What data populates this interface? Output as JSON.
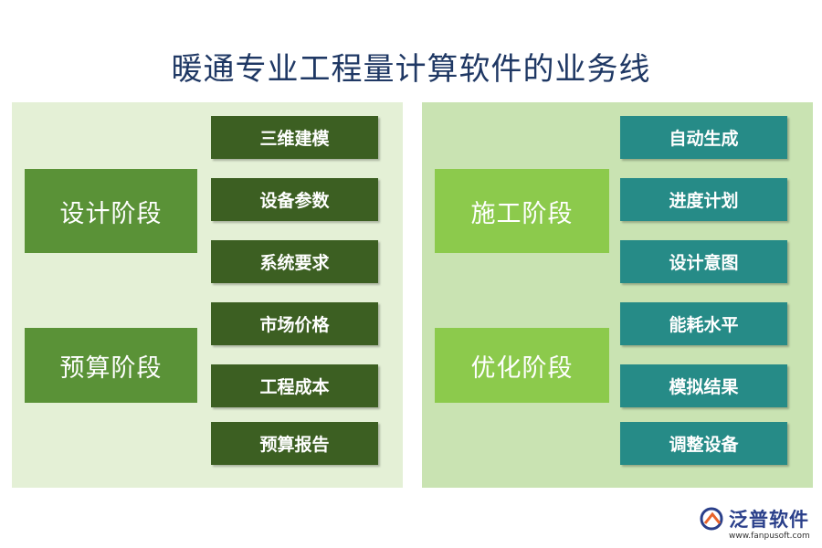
{
  "title": "暖通专业工程量计算软件的业务线",
  "left": {
    "stages": [
      {
        "label": "设计阶段",
        "items": [
          "三维建模",
          "设备参数",
          "系统要求"
        ]
      },
      {
        "label": "预算阶段",
        "items": [
          "市场价格",
          "工程成本",
          "预算报告"
        ]
      }
    ]
  },
  "right": {
    "stages": [
      {
        "label": "施工阶段",
        "items": [
          "自动生成",
          "进度计划",
          "设计意图"
        ]
      },
      {
        "label": "优化阶段",
        "items": [
          "能耗水平",
          "模拟结果",
          "调整设备"
        ]
      }
    ]
  },
  "logo": {
    "name": "泛普软件",
    "url": "www.fanpusoft.com"
  },
  "colors": {
    "title": "#1f3864",
    "left_panel": "#e4f0d6",
    "right_panel": "#c9e3b2",
    "stage_dark": "#5a9237",
    "stage_light": "#8cca4c",
    "item_dark": "#3c5f22",
    "item_teal": "#268b87"
  }
}
